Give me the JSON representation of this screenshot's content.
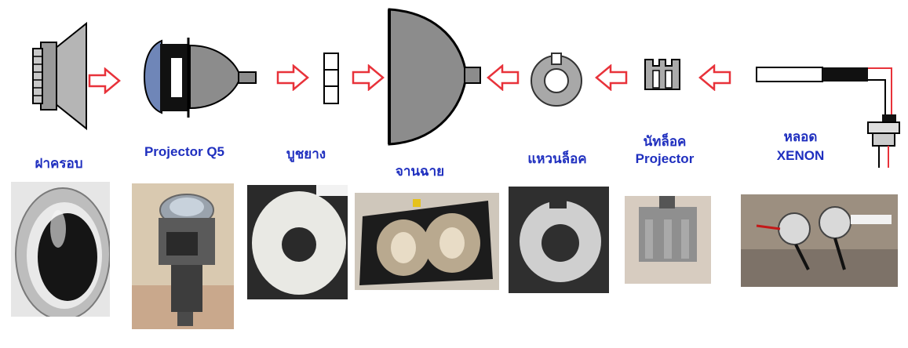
{
  "labels": {
    "cover": "ฝาครอบ",
    "projector": "Projector Q5",
    "bushing": "บูชยาง",
    "reflector": "จานฉาย",
    "lock_ring": "แหวนล็อค",
    "nut_line1": "นัทล็อค",
    "nut_line2": "Projector",
    "bulb_line1": "หลอด",
    "bulb_line2": "XENON"
  },
  "colors": {
    "label_text": "#1f2fbf",
    "arrow_stroke": "#e8323a",
    "part_gray": "#8c8c8c",
    "lens_blue": "#6f86b8"
  },
  "icons": [
    "cover-icon",
    "projector-icon",
    "bushing-icon",
    "reflector-icon",
    "lock-ring-icon",
    "nut-icon",
    "xenon-bulb-icon",
    "arrow-right-icon",
    "arrow-left-icon"
  ]
}
